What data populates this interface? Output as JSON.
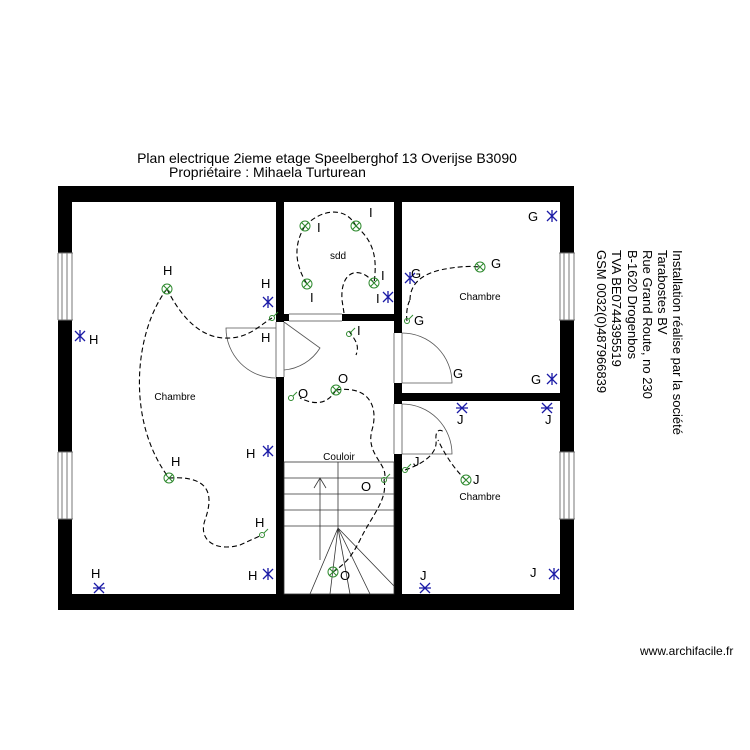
{
  "title": {
    "line1": "Plan electrique  2ieme etage Speelberghof 13 Overijse B3090",
    "line2": "Propriétaire : Mihaela Turturean"
  },
  "rooms": {
    "chambre_left": "Chambre",
    "sdd": "sdd",
    "chambre_top_right": "Chambre",
    "couloir": "Couloir",
    "chambre_bottom_right": "Chambre"
  },
  "company": {
    "line1": "Installation réalise par la société",
    "line2": "Tarabostes BV",
    "line3": "Rue Grand Route, no 230",
    "line4": "B-1620 Drogenbos",
    "line5": "TVA BE0744395519",
    "line6": "GSM 0032(0)487966839"
  },
  "symbols": {
    "h": "H",
    "i": "I",
    "g": "G",
    "o": "O",
    "j": "J"
  },
  "credit": "www.archifacile.fr",
  "colors": {
    "wall": "#000000",
    "outlet": "#1a1aa6",
    "light": "#2f8a2f",
    "wiring": "#000000"
  }
}
